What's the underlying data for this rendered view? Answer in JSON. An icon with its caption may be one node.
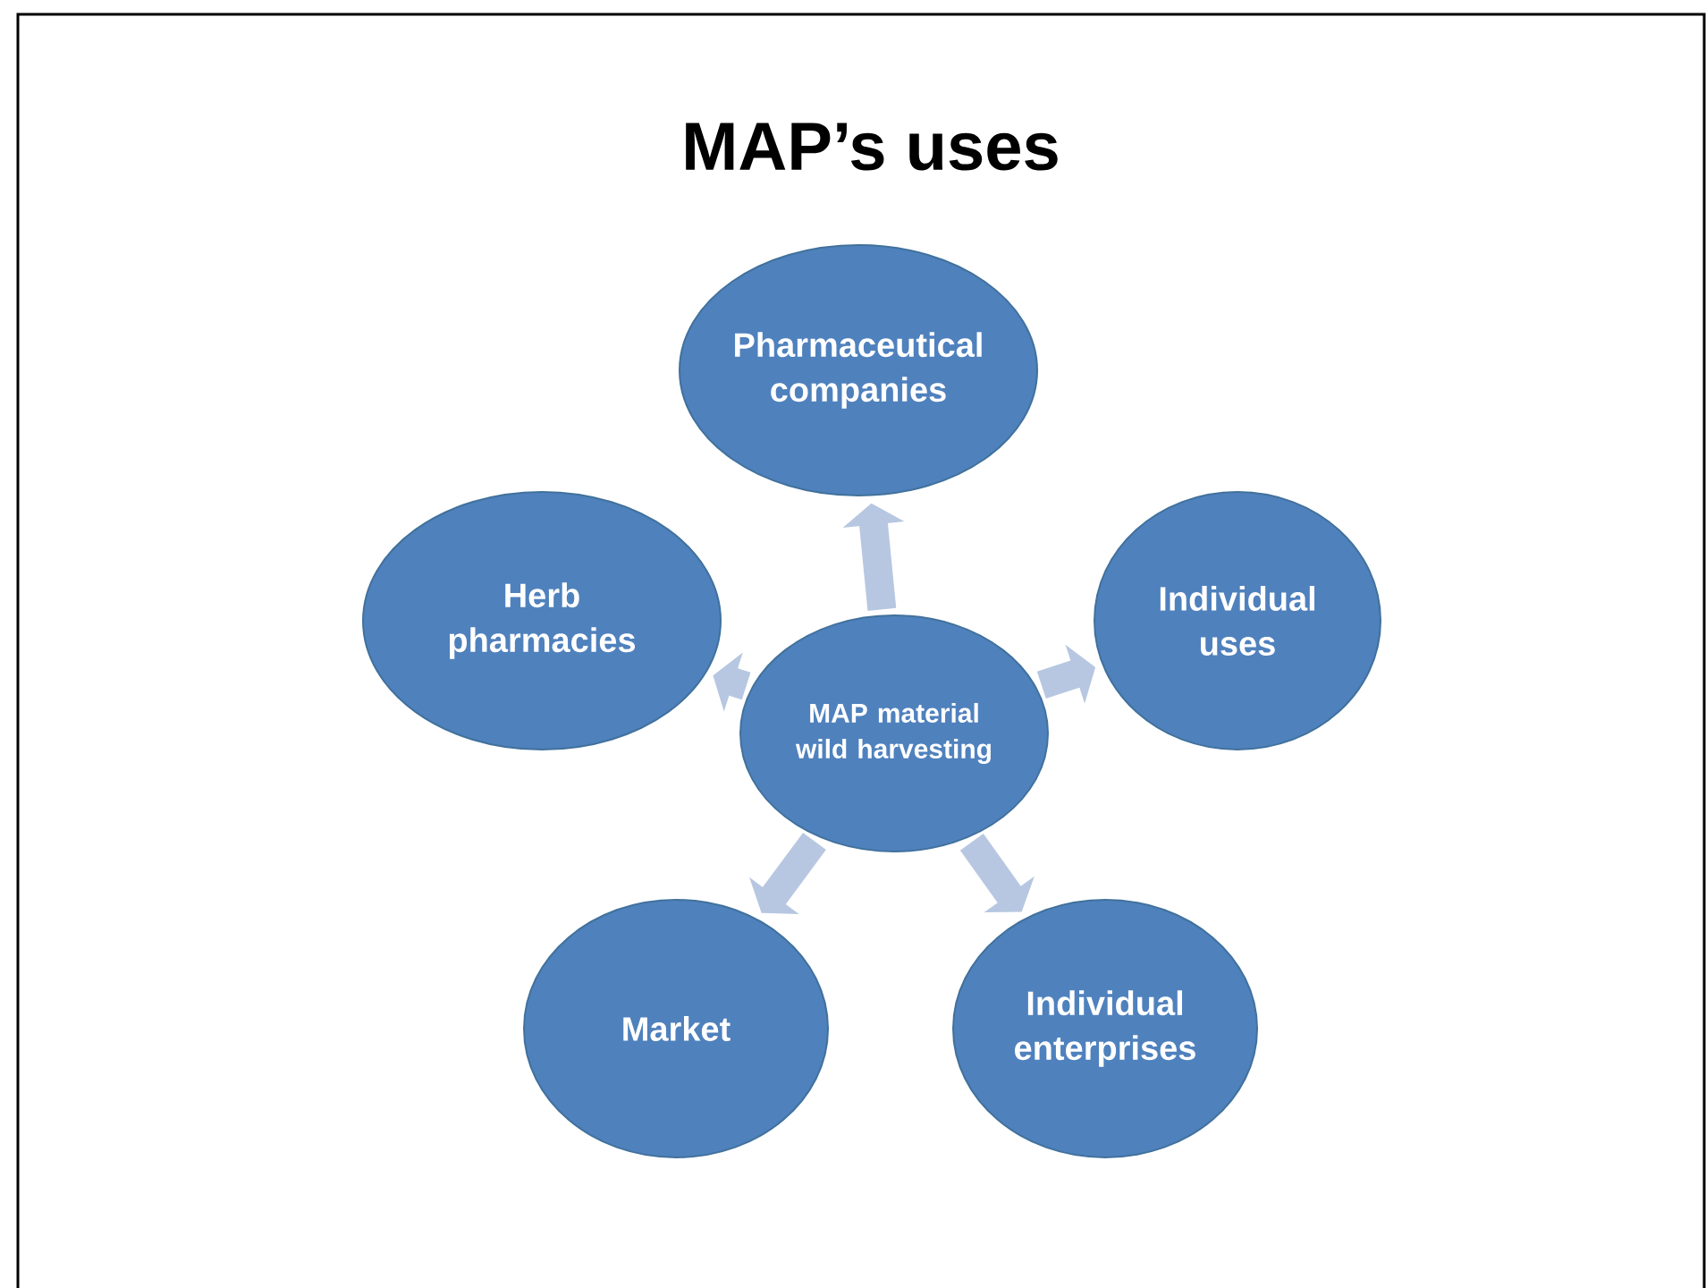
{
  "diagram": {
    "title": "MAP’s uses",
    "nodes": [
      {
        "text": [
          "MAP material wild harvesting"
        ]
      },
      {
        "text": [
          "Pharmaceutical companies"
        ]
      },
      {
        "text": [
          "Individual uses"
        ]
      },
      {
        "text": [
          "Individual enterprises"
        ]
      },
      {
        "text": [
          "Market"
        ]
      },
      {
        "text": [
          "Herb pharmacies"
        ]
      }
    ],
    "edges": [
      {
        "from": 0,
        "to": 1,
        "arrow": "to"
      },
      {
        "from": 0,
        "to": 2,
        "arrow": "to"
      },
      {
        "from": 0,
        "to": 3,
        "arrow": "to"
      },
      {
        "from": 0,
        "to": 4,
        "arrow": "to"
      },
      {
        "from": 0,
        "to": 5,
        "arrow": "to"
      }
    ]
  }
}
